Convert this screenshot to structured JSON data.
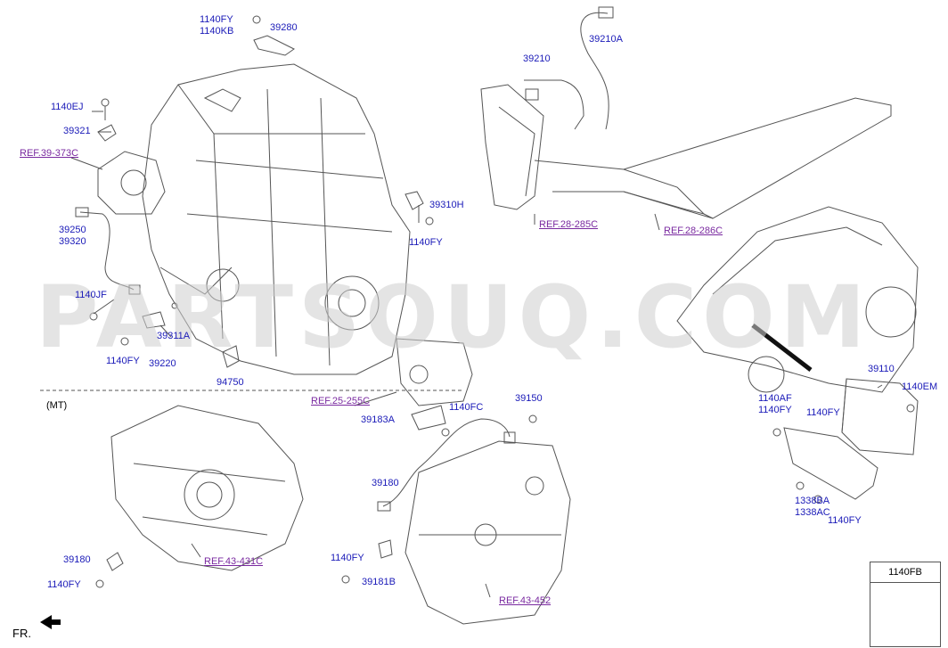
{
  "watermark": "PARTSOUQ.COM",
  "section_label": "(MT)",
  "direction_label": "FR.",
  "colors": {
    "part_number": "#1a1ab8",
    "reference": "#7a2aa0",
    "line": "#555555"
  },
  "part_labels": [
    {
      "id": "1140fy-1140kb",
      "text": "1140FY\n1140KB"
    },
    {
      "id": "39280",
      "text": "39280"
    },
    {
      "id": "39210a",
      "text": "39210A"
    },
    {
      "id": "39210",
      "text": "39210"
    },
    {
      "id": "1140ej",
      "text": "1140EJ"
    },
    {
      "id": "39321",
      "text": "39321"
    },
    {
      "id": "39310h",
      "text": "39310H"
    },
    {
      "id": "39250-39320",
      "text": "39250\n39320"
    },
    {
      "id": "1140fy-a",
      "text": "1140FY"
    },
    {
      "id": "1140jf",
      "text": "1140JF"
    },
    {
      "id": "39311a",
      "text": "39311A"
    },
    {
      "id": "1140fy-b",
      "text": "1140FY"
    },
    {
      "id": "39220",
      "text": "39220"
    },
    {
      "id": "94750",
      "text": "94750"
    },
    {
      "id": "39110",
      "text": "39110"
    },
    {
      "id": "1140em",
      "text": "1140EM"
    },
    {
      "id": "1140af-1140fy",
      "text": "1140AF\n1140FY"
    },
    {
      "id": "39150",
      "text": "39150"
    },
    {
      "id": "1140fy-c",
      "text": "1140FY"
    },
    {
      "id": "1140fc",
      "text": "1140FC"
    },
    {
      "id": "39183a",
      "text": "39183A"
    },
    {
      "id": "39180-a",
      "text": "39180"
    },
    {
      "id": "1338ba-1338ac",
      "text": "1338BA\n1338AC"
    },
    {
      "id": "1140fy-d",
      "text": "1140FY"
    },
    {
      "id": "39180-b",
      "text": "39180"
    },
    {
      "id": "1140fy-e",
      "text": "1140FY"
    },
    {
      "id": "1140fy-f",
      "text": "1140FY"
    },
    {
      "id": "39181b",
      "text": "39181B"
    }
  ],
  "references": [
    {
      "id": "ref-39-373c",
      "text": "REF.39-373C"
    },
    {
      "id": "ref-28-285c",
      "text": "REF.28-285C"
    },
    {
      "id": "ref-28-286c",
      "text": "REF.28-286C"
    },
    {
      "id": "ref-25-255c",
      "text": "REF.25-255C"
    },
    {
      "id": "ref-43-431c",
      "text": "REF.43-431C"
    },
    {
      "id": "ref-43-452",
      "text": "REF.43-452"
    }
  ],
  "legend_box": {
    "title": "1140FB"
  }
}
